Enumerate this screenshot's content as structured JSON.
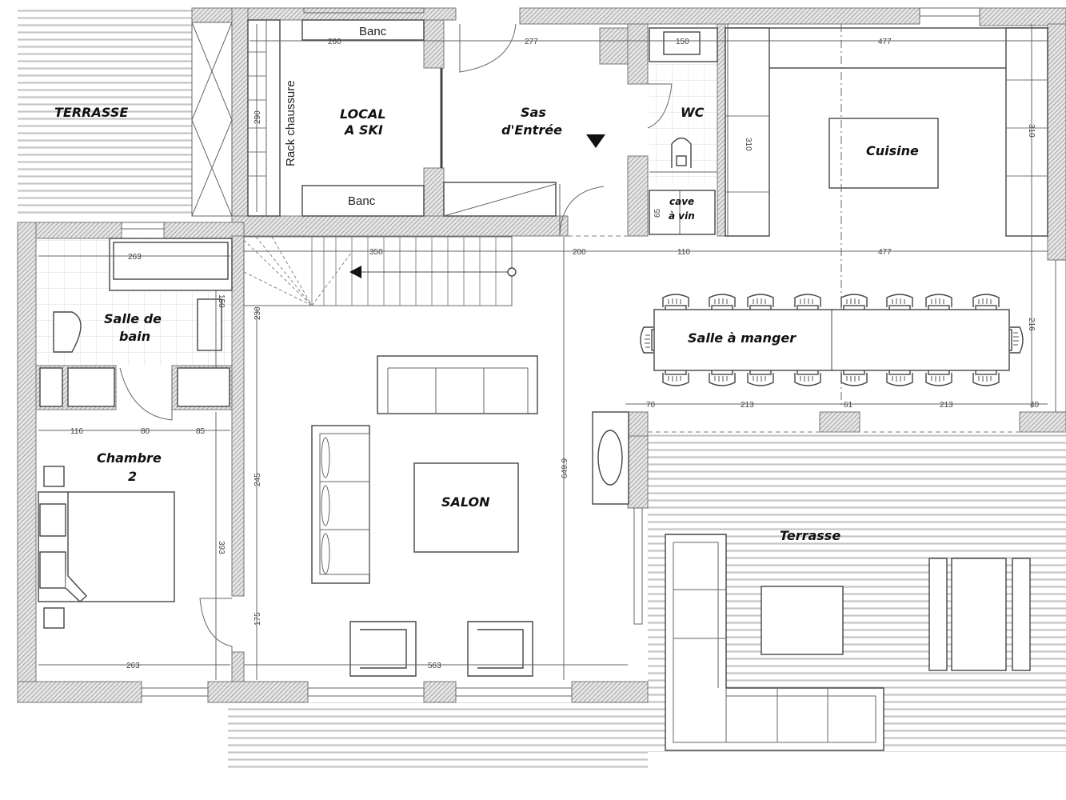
{
  "rooms": {
    "terrasse_top": "TERRASSE",
    "local_ski": [
      "LOCAL",
      "A SKI"
    ],
    "sas": [
      "Sas",
      "d'Entrée"
    ],
    "wc": "WC",
    "cave": [
      "cave",
      "à vin"
    ],
    "cuisine": "Cuisine",
    "salle_bain": [
      "Salle de",
      "bain"
    ],
    "salle_manger": "Salle à manger",
    "chambre": [
      "Chambre",
      "2"
    ],
    "salon": "SALON",
    "terrasse": "Terrasse"
  },
  "furniture": {
    "banc_top": "Banc",
    "banc_bottom": "Banc",
    "rack": "Rack chaussure"
  },
  "dimensions": {
    "ski_width": "260",
    "ski_height": "290",
    "sas_width": "277",
    "wc_width": "150",
    "cuisine_width": "477",
    "cuisine_left": "310",
    "cuisine_right": "310",
    "cave_height": "65",
    "bath_width": "263",
    "bath_height": "150",
    "stairs": "350",
    "stairs_height": "230",
    "hall_200": "200",
    "hall_110": "110",
    "dining_477": "477",
    "dining_height": "216",
    "dining_70": "70",
    "dining_213a": "213",
    "dining_61": "61",
    "dining_213b": "213",
    "dining_40": "40",
    "ch_116": "116",
    "ch_80": "80",
    "ch_85": "85",
    "ch_height": "393",
    "ch_width": "263",
    "salon_245": "245",
    "salon_175": "175",
    "salon_width": "563",
    "salon_height": "649.9"
  },
  "colors": {
    "wall": "#8a8a8a",
    "line": "#444444",
    "deck": "#bdbdbd"
  }
}
